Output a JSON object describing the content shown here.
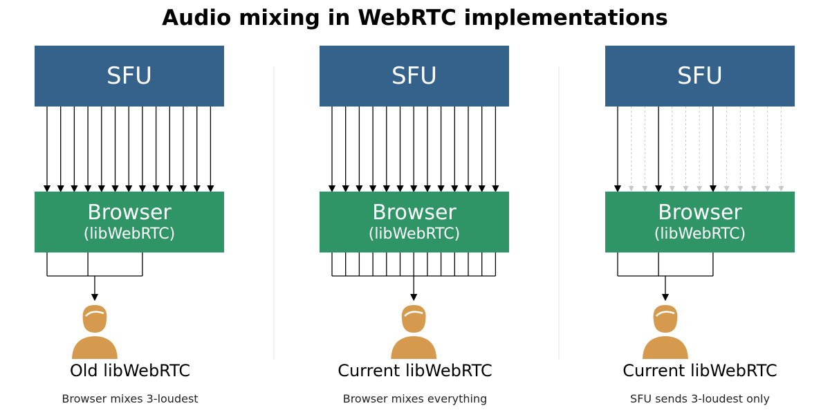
{
  "title": "Audio mixing in WebRTC implementations",
  "panels": [
    {
      "sfu_label": "SFU",
      "browser_label": "Browser",
      "browser_sub": "(libWebRTC)",
      "caption": "Old libWebRTC",
      "subcaption": "Browser mixes 3-loudest",
      "streams": 13,
      "active_streams": 13,
      "mixed_streams": 3
    },
    {
      "sfu_label": "SFU",
      "browser_label": "Browser",
      "browser_sub": "(libWebRTC)",
      "caption": "Current libWebRTC",
      "subcaption": "Browser mixes everything",
      "streams": 13,
      "active_streams": 13,
      "mixed_streams": 13
    },
    {
      "sfu_label": "SFU",
      "browser_label": "Browser",
      "browser_sub": "(libWebRTC)",
      "caption": "Current libWebRTC",
      "subcaption": "SFU sends 3-loudest only",
      "streams": 13,
      "active_streams": 3,
      "mixed_streams": 3
    }
  ],
  "colors": {
    "sfu": "#35628a",
    "browser": "#2f9466",
    "user": "#d59a4e",
    "arrow": "#000000",
    "faded_arrow": "#c8c8c8",
    "divider": "#e6e6e6"
  },
  "icons": {
    "user": "user-icon"
  }
}
